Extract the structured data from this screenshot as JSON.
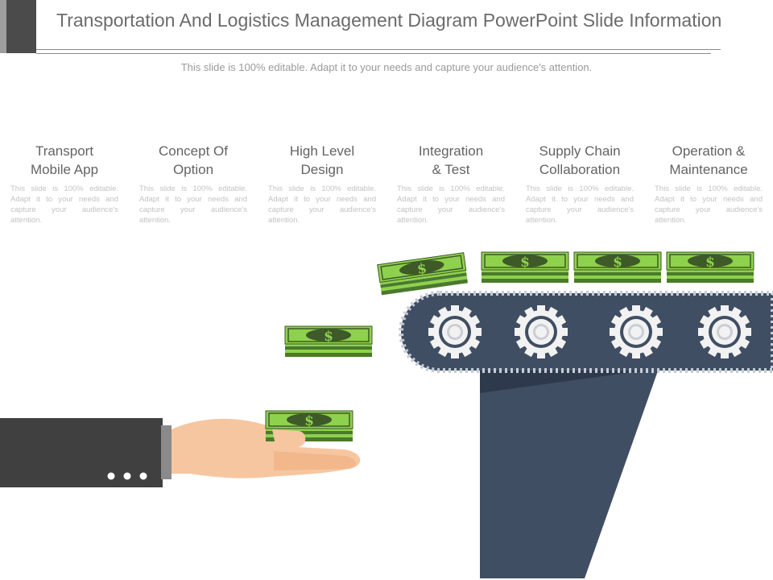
{
  "header": {
    "title": "Transportation And Logistics Management Diagram PowerPoint Slide Information",
    "subtitle": "This slide is 100% editable. Adapt it to your needs and capture your audience's attention."
  },
  "columns": [
    {
      "title_line1": "Transport",
      "title_line2": "Mobile App",
      "description": "This slide is 100% editable. Adapt it to your needs and capture your audience's attention."
    },
    {
      "title_line1": "Concept Of",
      "title_line2": "Option",
      "description": "This slide is 100% editable. Adapt it to your needs and capture your audience's attention."
    },
    {
      "title_line1": "High Level",
      "title_line2": "Design",
      "description": "This slide is 100% editable. Adapt it to your needs and capture your audience's attention."
    },
    {
      "title_line1": "Integration",
      "title_line2": "& Test",
      "description": "This slide is 100% editable. Adapt it to your needs and capture your audience's attention."
    },
    {
      "title_line1": "Supply Chain",
      "title_line2": "Collaboration",
      "description": "This slide is 100% editable. Adapt it to your needs and capture your audience's attention."
    },
    {
      "title_line1": "Operation &",
      "title_line2": "Maintenance",
      "description": "This slide is 100% editable. Adapt it to your needs and capture your audience's attention."
    }
  ],
  "illustration": {
    "currency_symbol": "$",
    "colors": {
      "belt": "#404e63",
      "money_green": "#8ed14d",
      "money_dark": "#3e5a28",
      "sleeve": "#404040",
      "skin": "#f6c6a0",
      "gear": "#f2f2f2"
    }
  }
}
